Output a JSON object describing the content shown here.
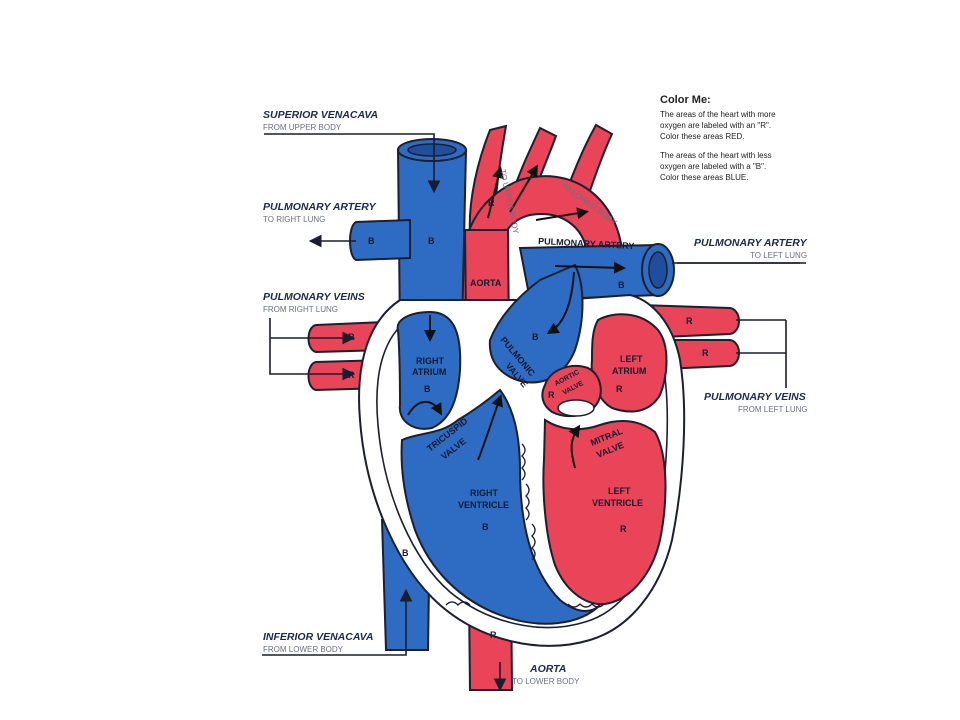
{
  "colors": {
    "oxygenated": "#e94458",
    "deoxygenated": "#2e6cc4",
    "outline": "#1c1f2e"
  },
  "note": {
    "title": "Color Me:",
    "para1": "The areas of the heart with more\noxygen are labeled with an \"R\".\nColor these areas RED.",
    "para2": "The areas of the heart with less\noxygen are labeled with a \"B\".\nColor these areas BLUE."
  },
  "labels": {
    "superior_venacava": {
      "main": "SUPERIOR VENACAVA",
      "sub": "FROM UPPER BODY"
    },
    "pulmonary_artery_right": {
      "main": "PULMONARY ARTERY",
      "sub": "TO RIGHT LUNG"
    },
    "pulmonary_veins_right": {
      "main": "PULMONARY VEINS",
      "sub": "FROM RIGHT LUNG"
    },
    "inferior_venacava": {
      "main": "INFERIOR VENACAVA",
      "sub": "FROM LOWER BODY"
    },
    "pulmonary_artery_left": {
      "main": "PULMONARY ARTERY",
      "sub": "TO LEFT LUNG"
    },
    "pulmonary_veins_left": {
      "main": "PULMONARY VEINS",
      "sub": "FROM LEFT LUNG"
    },
    "aorta_bottom": {
      "main": "AORTA",
      "sub": "TO LOWER BODY"
    }
  },
  "inner_labels": {
    "to_upper_body": "TO UPPER BODY",
    "to_lower_body": "TO LOWER BODY",
    "pulmonary_artery": "PULMONARY ARTERY",
    "aorta": "AORTA",
    "right_atrium_1": "RIGHT",
    "right_atrium_2": "ATRIUM",
    "pulmonic_valve_1": "PULMONIC",
    "pulmonic_valve_2": "VALVE",
    "left_atrium_1": "LEFT",
    "left_atrium_2": "ATRIUM",
    "aortic_valve_1": "AORTIC",
    "aortic_valve_2": "VALVE",
    "tricuspid_valve_1": "TRICUSPID",
    "tricuspid_valve_2": "VALVE",
    "mitral_valve_1": "MITRAL",
    "mitral_valve_2": "VALVE",
    "right_ventricle_1": "RIGHT",
    "right_ventricle_2": "VENTRICLE",
    "left_ventricle_1": "LEFT",
    "left_ventricle_2": "VENTRICLE"
  },
  "markers": {
    "b": "B",
    "r": "R"
  }
}
